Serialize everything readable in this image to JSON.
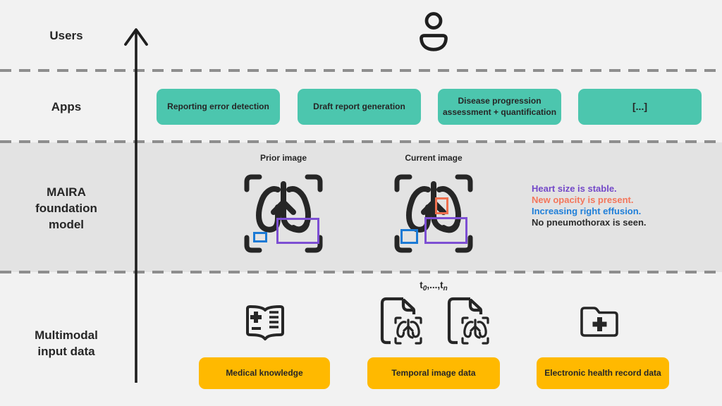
{
  "title": "MAIRA foundation model layered diagram",
  "colors": {
    "background": "#F2F2F2",
    "model_band": "#E3E3E3",
    "dash": "#8E8E8E",
    "ink": "#262626",
    "teal": "#4CC6AE",
    "yellow": "#FFB900",
    "box_purple": "#7D4FD3",
    "box_blue": "#1B7AD5",
    "box_orange": "#F0704F"
  },
  "rows": {
    "users": {
      "label": "Users"
    },
    "apps": {
      "label": "Apps",
      "chips": [
        {
          "label": "Reporting error detection"
        },
        {
          "label": "Draft report generation"
        },
        {
          "label": "Disease progression assessment + quantification"
        },
        {
          "label": "[...]"
        }
      ]
    },
    "model": {
      "label_lines": [
        "MAIRA",
        "foundation",
        "model"
      ],
      "panels": [
        {
          "caption": "Prior image"
        },
        {
          "caption": "Current image"
        }
      ],
      "findings": [
        {
          "text": "Heart size is stable.",
          "color": "#7348C8"
        },
        {
          "text": "New opacity is present.",
          "color": "#F3765B"
        },
        {
          "text": "Increasing right effusion.",
          "color": "#1F7FD9"
        },
        {
          "text": "No pneumothorax is seen.",
          "color": "#2B2B2B"
        }
      ]
    },
    "inputs": {
      "label_lines": [
        "Multimodal",
        "input data"
      ],
      "time_label": {
        "base1": "t",
        "sub1": "0",
        "mid": ",...,t",
        "sub2": "n"
      },
      "chips": [
        {
          "label": "Medical knowledge"
        },
        {
          "label": "Temporal image data"
        },
        {
          "label": "Electronic health record data"
        }
      ]
    }
  },
  "icons": {
    "user": "person-icon",
    "flow": "up-arrow-icon",
    "panels": "lungs-scan-icon",
    "knowledge": "medical-book-icon",
    "temporal": "xray-document-icon",
    "ehr": "medical-folder-icon"
  }
}
